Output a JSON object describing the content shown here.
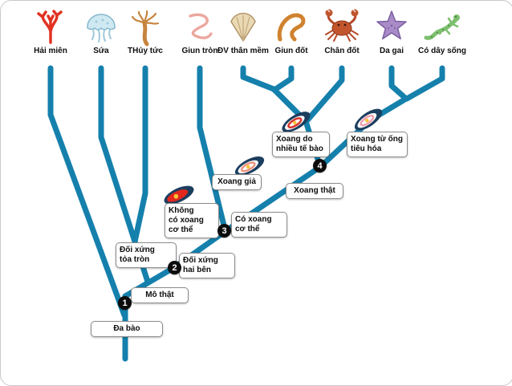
{
  "diagram": {
    "kind": "animal-phylogenetic-tree",
    "language": "Vietnamese"
  },
  "colors": {
    "tree_branch": "#1580AC",
    "box_border": "#8d8d8d",
    "badge_background": "#0c0c0c",
    "slide_background": "#ffffff"
  },
  "taxa": [
    {
      "label": "Hải miên",
      "icon": "coral-icon"
    },
    {
      "label": "Sứa",
      "icon": "jellyfish-icon"
    },
    {
      "label": "THủy tức",
      "icon": "hydra-icon"
    },
    {
      "label": "Giun tròn",
      "icon": "roundworm-icon"
    },
    {
      "label": "ĐV thân mềm",
      "icon": "mollusk-shell-icon"
    },
    {
      "label": "Giun đốt",
      "icon": "segmented-worm-icon"
    },
    {
      "label": "Chân đốt",
      "icon": "crab-icon"
    },
    {
      "label": "Da gai",
      "icon": "starfish-icon"
    },
    {
      "label": "Có dây sống",
      "icon": "lizard-icon"
    }
  ],
  "stages": [
    {
      "id": "da-bao",
      "text": "Đa bào"
    },
    {
      "id": "mo-that",
      "text": "Mô thật"
    },
    {
      "id": "doi-xung-toa-tron",
      "text": "Đối xứng\ntỏa tròn"
    },
    {
      "id": "doi-xung-hai-ben",
      "text": "Đối xứng\nhai bên"
    },
    {
      "id": "khong-co-xoang-co-the",
      "text": "Không\ncó xoang\ncơ thể"
    },
    {
      "id": "co-xoang-co-the",
      "text": "Có xoang\ncơ thể"
    },
    {
      "id": "xoang-gia",
      "text": "Xoang giả"
    },
    {
      "id": "xoang-that",
      "text": "Xoang thật"
    },
    {
      "id": "xoang-do-nhieu-te-bao",
      "text": "Xoang do\nnhiều tế bào"
    },
    {
      "id": "xoang-tu-ong-tieu-hoa",
      "text": "Xoang từ ống\ntiêu hóa"
    }
  ],
  "badges": [
    {
      "number": "1"
    },
    {
      "number": "2"
    },
    {
      "number": "3"
    },
    {
      "number": "4"
    }
  ],
  "markers": [
    {
      "name": "acoelomate-cross-section"
    },
    {
      "name": "pseudocoelom-cross-section"
    },
    {
      "name": "schizocoelom-cross-section"
    },
    {
      "name": "enterocoelom-cross-section"
    }
  ]
}
